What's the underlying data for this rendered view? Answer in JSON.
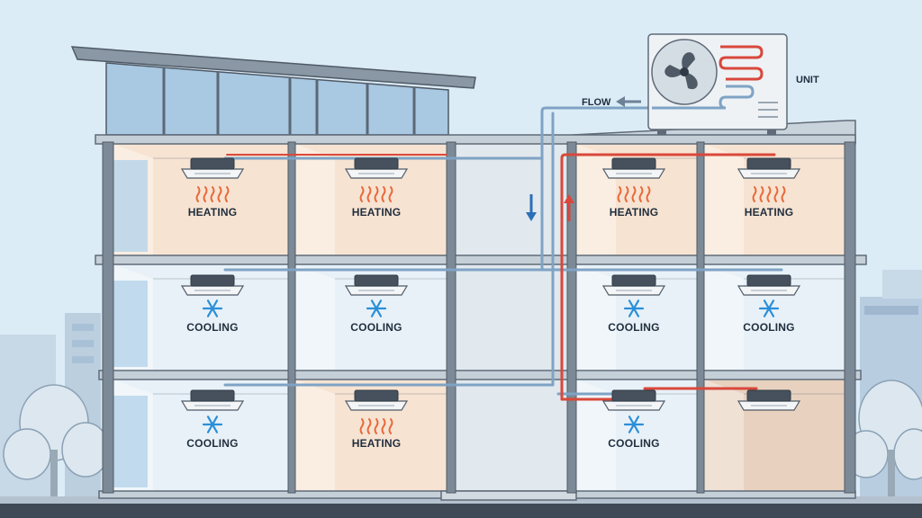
{
  "labels": {
    "unit": "UNIT",
    "flow": "FLOW"
  },
  "rooms": {
    "floor3": [
      {
        "mode": "HEATING"
      },
      {
        "mode": "HEATING"
      },
      {
        "mode": "HEATING"
      },
      {
        "mode": "HEATING"
      }
    ],
    "floor2": [
      {
        "mode": "COOLING"
      },
      {
        "mode": "COOLING"
      },
      {
        "mode": "COOLING"
      },
      {
        "mode": "COOLING"
      }
    ],
    "floor1": [
      {
        "mode": "COOLING"
      },
      {
        "mode": "HEATING"
      },
      {
        "mode": "COOLING"
      },
      {
        "mode": ""
      }
    ]
  },
  "colors": {
    "heating_room": "#f7e3d2",
    "cooling_room": "#e8f1f8",
    "hot_pipe": "#d9483b",
    "cold_pipe": "#7fa3c4",
    "heat_icon": "#e8693a",
    "cool_icon": "#2a8fd8",
    "structure": "#5f6b78",
    "sky": "#dfeef8"
  },
  "icons": {
    "heating": "heat-wave-icon",
    "cooling": "snowflake-icon",
    "fan": "fan-icon",
    "flow_arrow": "arrow-left-icon"
  }
}
